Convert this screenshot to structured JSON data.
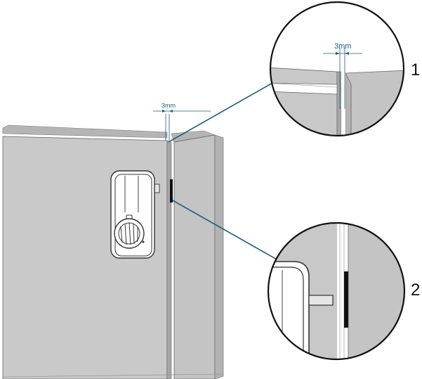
{
  "labels": {
    "gap_main": "3mm",
    "gap_detail": "3mm",
    "callout_1": "1",
    "callout_2": "2"
  },
  "colors": {
    "door_face": "#c8c8c8",
    "door_edge": "#a9a9a9",
    "frame_face": "#c4c4c4",
    "leader": "#1a5f7a",
    "outline": "#555555",
    "lock_body": "#ffffff",
    "strike": "#111111"
  },
  "icons": {
    "lock": "smart-deadbolt-icon",
    "knob": "thumb-turn-knob-icon"
  }
}
